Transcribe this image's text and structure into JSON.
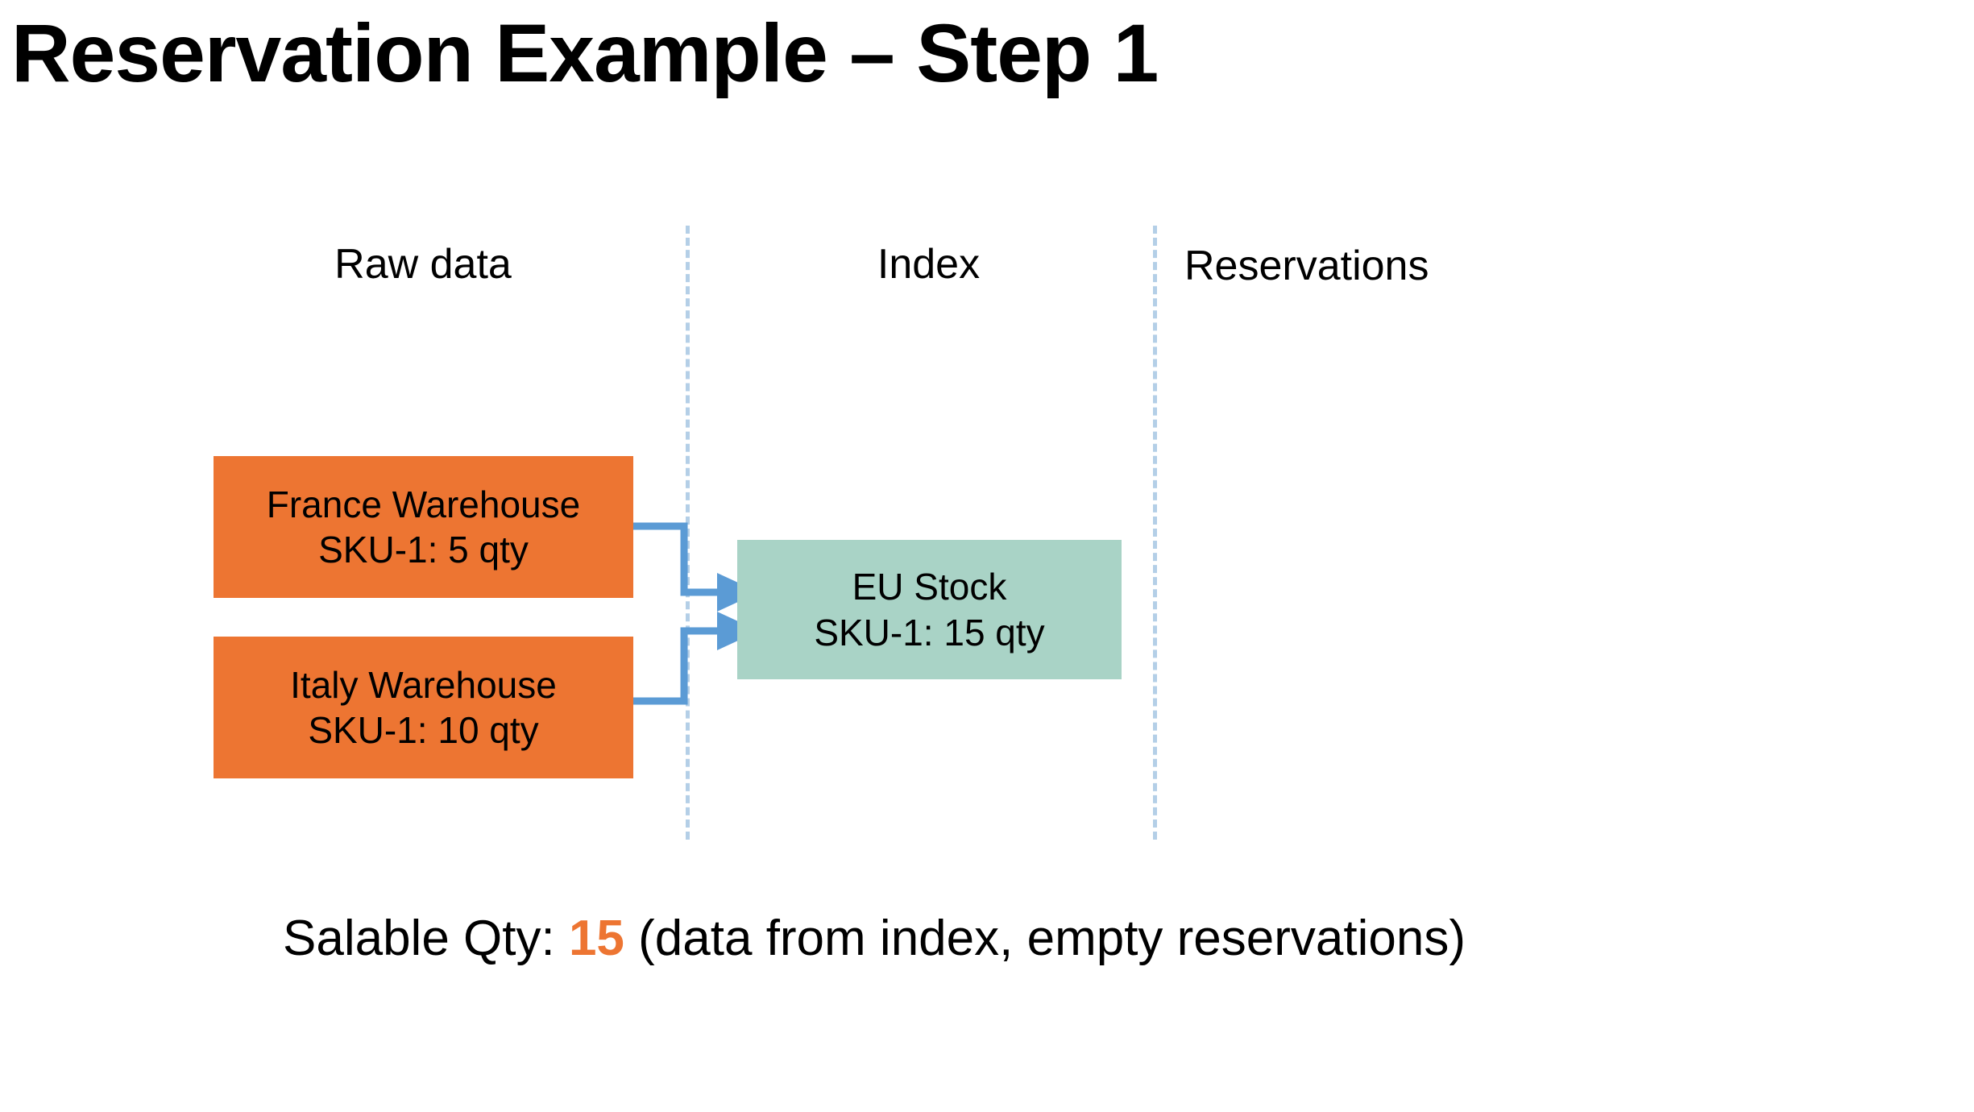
{
  "slide": {
    "title": "Reservation Example – Step 1"
  },
  "colors": {
    "raw_data_box": "#ED7532",
    "index_box": "#A9D3C6",
    "connector": "#5B9BD5",
    "divider": "#B4CFE7",
    "highlight_text": "#ED7532"
  },
  "columns": [
    {
      "id": "raw-data",
      "label": "Raw data"
    },
    {
      "id": "index",
      "label": "Index"
    },
    {
      "id": "reservations",
      "label": "Reservations"
    }
  ],
  "nodes": {
    "france": {
      "title": "France Warehouse",
      "detail": "SKU-1: 5 qty",
      "sku": "SKU-1",
      "qty": 5,
      "column": "Raw data"
    },
    "italy": {
      "title": "Italy Warehouse",
      "detail": "SKU-1: 10 qty",
      "sku": "SKU-1",
      "qty": 10,
      "column": "Raw data"
    },
    "eu_stock": {
      "title": "EU Stock",
      "detail": "SKU-1: 15 qty",
      "sku": "SKU-1",
      "qty": 15,
      "column": "Index"
    }
  },
  "connections": [
    {
      "from": "france",
      "to": "eu_stock"
    },
    {
      "from": "italy",
      "to": "eu_stock"
    }
  ],
  "caption": {
    "prefix": "Salable Qty: ",
    "value": "15",
    "suffix": " (data from index, empty reservations)"
  }
}
